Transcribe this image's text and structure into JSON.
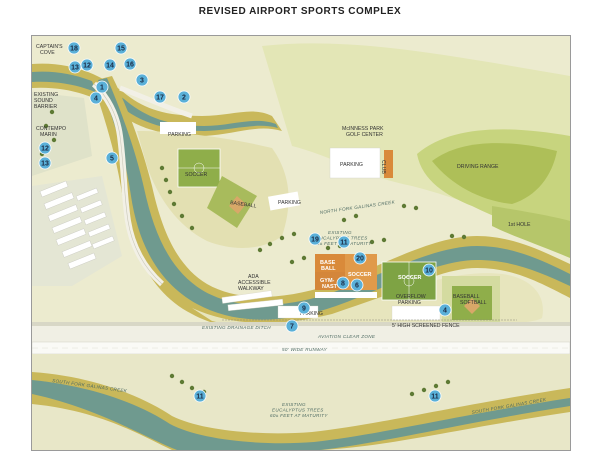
{
  "title": "REVISED AIRPORT SPORTS COMPLEX",
  "colors": {
    "water": "#6f9a8f",
    "river_bank": "#c8b95a",
    "grass": "#9fb15a",
    "field": "#7a9a3e",
    "field_orange": "#d98a3a",
    "marker": "#5ab0d8",
    "runway": "#f4f4f0",
    "parking": "#ffffff"
  },
  "labels": {
    "captains_cove": "CAPTAIN'S\nCOVE",
    "existing_sound_barrier": "EXISTING\nSOUND\nBARRIER",
    "contempo_marin": "CONTEMPO\nMARIN",
    "mcinness_park": "McINNESS PARK\nGOLF CENTER",
    "club": "CLUB",
    "driving_range": "DRIVING RANGE",
    "first_hole": "1st HOLE",
    "parking_1": "PARKING",
    "parking_2": "PARKING",
    "parking_3": "PARKING",
    "parking_4": "PARKING",
    "overflow_parking": "OVERFLOW\nPARKING",
    "soccer_1": "SOCCER",
    "baseball_1": "BASEBALL",
    "existing_eucalyptus_1": "EXISTING\nEUCALYPTUS TREES\n60± FEET AT MATURITY",
    "base_ball": "BASE\nBALL",
    "soccer_2": "SOCCER",
    "gym_nast": "GYM-\nNAST",
    "soccer_3": "SOCCER",
    "baseball_softball": "BASEBALL\nSOFTBALL",
    "ada_walkway": "ADA\nACCESSIBLE\nWALKWAY",
    "screened_fence": "5' HIGH SCREENED FENCE",
    "existing_drainage_ditch": "EXISTING DRAINAGE DITCH",
    "aviation_clear_zone": "AVIATION CLEAR ZONE",
    "runway": "50' WIDE RUNWAY",
    "north_fork": "NORTH FORK GALINAS CREEK",
    "south_fork_1": "SOUTH FORK GALINAS CREEK",
    "south_fork_2": "SOUTH FORK GALINAS CREEK",
    "existing_eucalyptus_2": "EXISTING\nEUCALYPTUS TREES\n60± FEET AT MATURITY"
  },
  "markers": [
    {
      "id": "18"
    },
    {
      "id": "15"
    },
    {
      "id": "13"
    },
    {
      "id": "12"
    },
    {
      "id": "14"
    },
    {
      "id": "16"
    },
    {
      "id": "3"
    },
    {
      "id": "1"
    },
    {
      "id": "17"
    },
    {
      "id": "2"
    },
    {
      "id": "4"
    },
    {
      "id": "12"
    },
    {
      "id": "13"
    },
    {
      "id": "5"
    },
    {
      "id": "19"
    },
    {
      "id": "11"
    },
    {
      "id": "20"
    },
    {
      "id": "10"
    },
    {
      "id": "8"
    },
    {
      "id": "6"
    },
    {
      "id": "9"
    },
    {
      "id": "4"
    },
    {
      "id": "7"
    },
    {
      "id": "11"
    },
    {
      "id": "11"
    }
  ]
}
